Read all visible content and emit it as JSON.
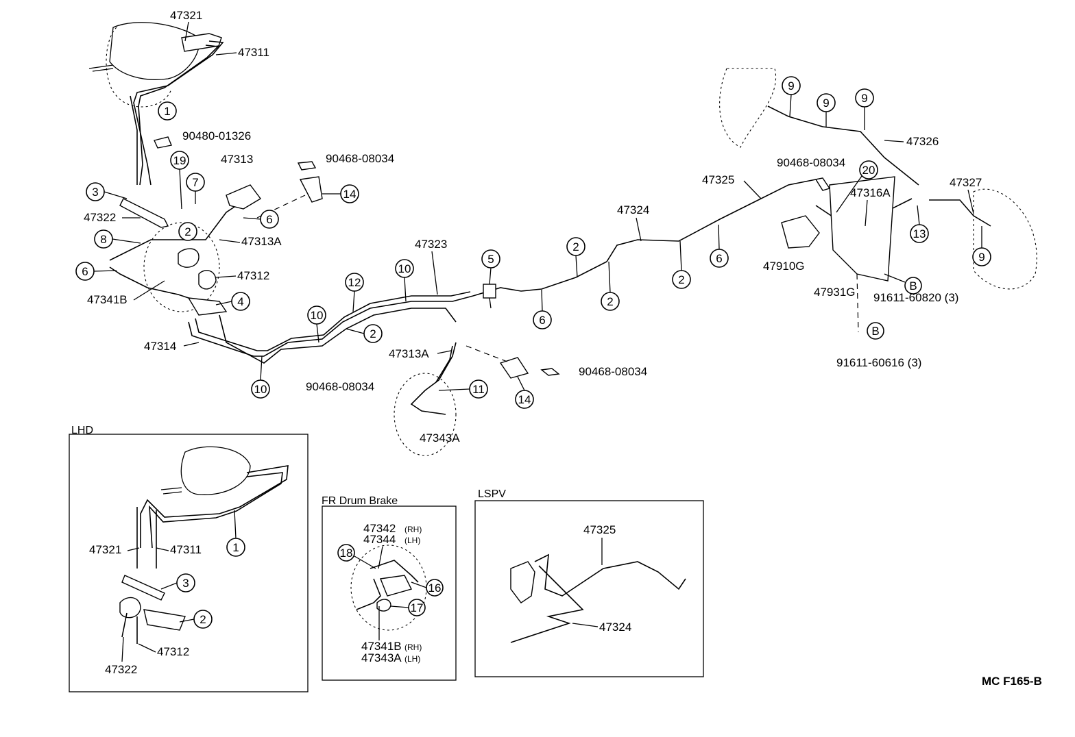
{
  "diagram_code": "MC F165-B",
  "part_labels": {
    "p47321_top": "47321",
    "p47311_top": "47311",
    "p90480": "90480-01326",
    "p47313_top": "47313",
    "p90468_a": "90468-08034",
    "p47322_top": "47322",
    "p47313A_a": "47313A",
    "p47312_top": "47312",
    "p47341B": "47341B",
    "p47314": "47314",
    "p47323": "47323",
    "p47313A_b": "47313A",
    "p90468_b": "90468-08034",
    "p90468_c": "90468-08034",
    "p47343A": "47343A",
    "p47324_top": "47324",
    "p47325_top": "47325",
    "p90468_d": "90468-08034",
    "p47316A": "47316A",
    "p47326": "47326",
    "p47327": "47327",
    "p47910G": "47910G",
    "p47931G": "47931G",
    "p91611_60820": "91611-60820 (3)",
    "p91611_60616": "91611-60616 (3)"
  },
  "callouts": {
    "c1": "1",
    "c2": "2",
    "c3": "3",
    "c4": "4",
    "c5": "5",
    "c6": "6",
    "c7": "7",
    "c8": "8",
    "c9": "9",
    "c10": "10",
    "c11": "11",
    "c12": "12",
    "c13": "13",
    "c14": "14",
    "c16": "16",
    "c17": "17",
    "c18": "18",
    "c19": "19",
    "c20": "20",
    "cB": "B"
  },
  "lhd_box": {
    "title": "LHD",
    "p47321": "47321",
    "p47311": "47311",
    "p47322": "47322",
    "p47312": "47312"
  },
  "fr_drum_box": {
    "title": "FR Drum Brake",
    "p47342": "47342",
    "rh1": "(RH)",
    "p47344": "47344",
    "lh1": "(LH)",
    "p47341B": "47341B",
    "rh2": "(RH)",
    "p47343A": "47343A",
    "lh2": "(LH)"
  },
  "lspv_box": {
    "title": "LSPV",
    "p47325": "47325",
    "p47324": "47324"
  }
}
